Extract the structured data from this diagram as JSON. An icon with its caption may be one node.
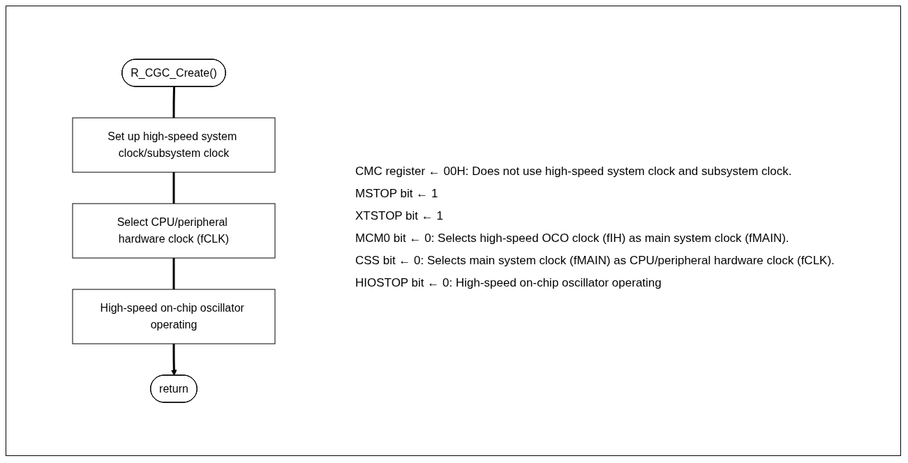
{
  "diagram": {
    "nodes": [
      {
        "text": [
          "R_CGC_Create()"
        ]
      },
      {
        "text": [
          "Set up high-speed system clock/subsystem clock"
        ]
      },
      {
        "text": [
          "Select CPU/peripheral hardware clock (fCLK)"
        ]
      },
      {
        "text": [
          "High-speed on-chip oscillator operating"
        ]
      },
      {
        "text": [
          "return"
        ]
      }
    ],
    "edges": [
      {
        "from": 0,
        "to": 1,
        "arrow": "none"
      },
      {
        "from": 1,
        "to": 2,
        "arrow": "none"
      },
      {
        "from": 2,
        "to": 3,
        "arrow": "none"
      },
      {
        "from": 3,
        "to": 4,
        "arrow": "to"
      }
    ],
    "labels": [
      "CMC register ← 00H: Does not use high-speed system clock and subsystem clock.",
      "MSTOP bit ← 1",
      "XTSTOP bit ← 1",
      "MCM0 bit ← 0: Selects high-speed OCO clock (fIH) as main system clock (fMAIN).",
      "CSS bit ← 0: Selects main system clock (fMAIN) as CPU/peripheral hardware clock (fCLK).",
      "HIOSTOP bit ← 0: High-speed on-chip oscillator operating"
    ]
  }
}
